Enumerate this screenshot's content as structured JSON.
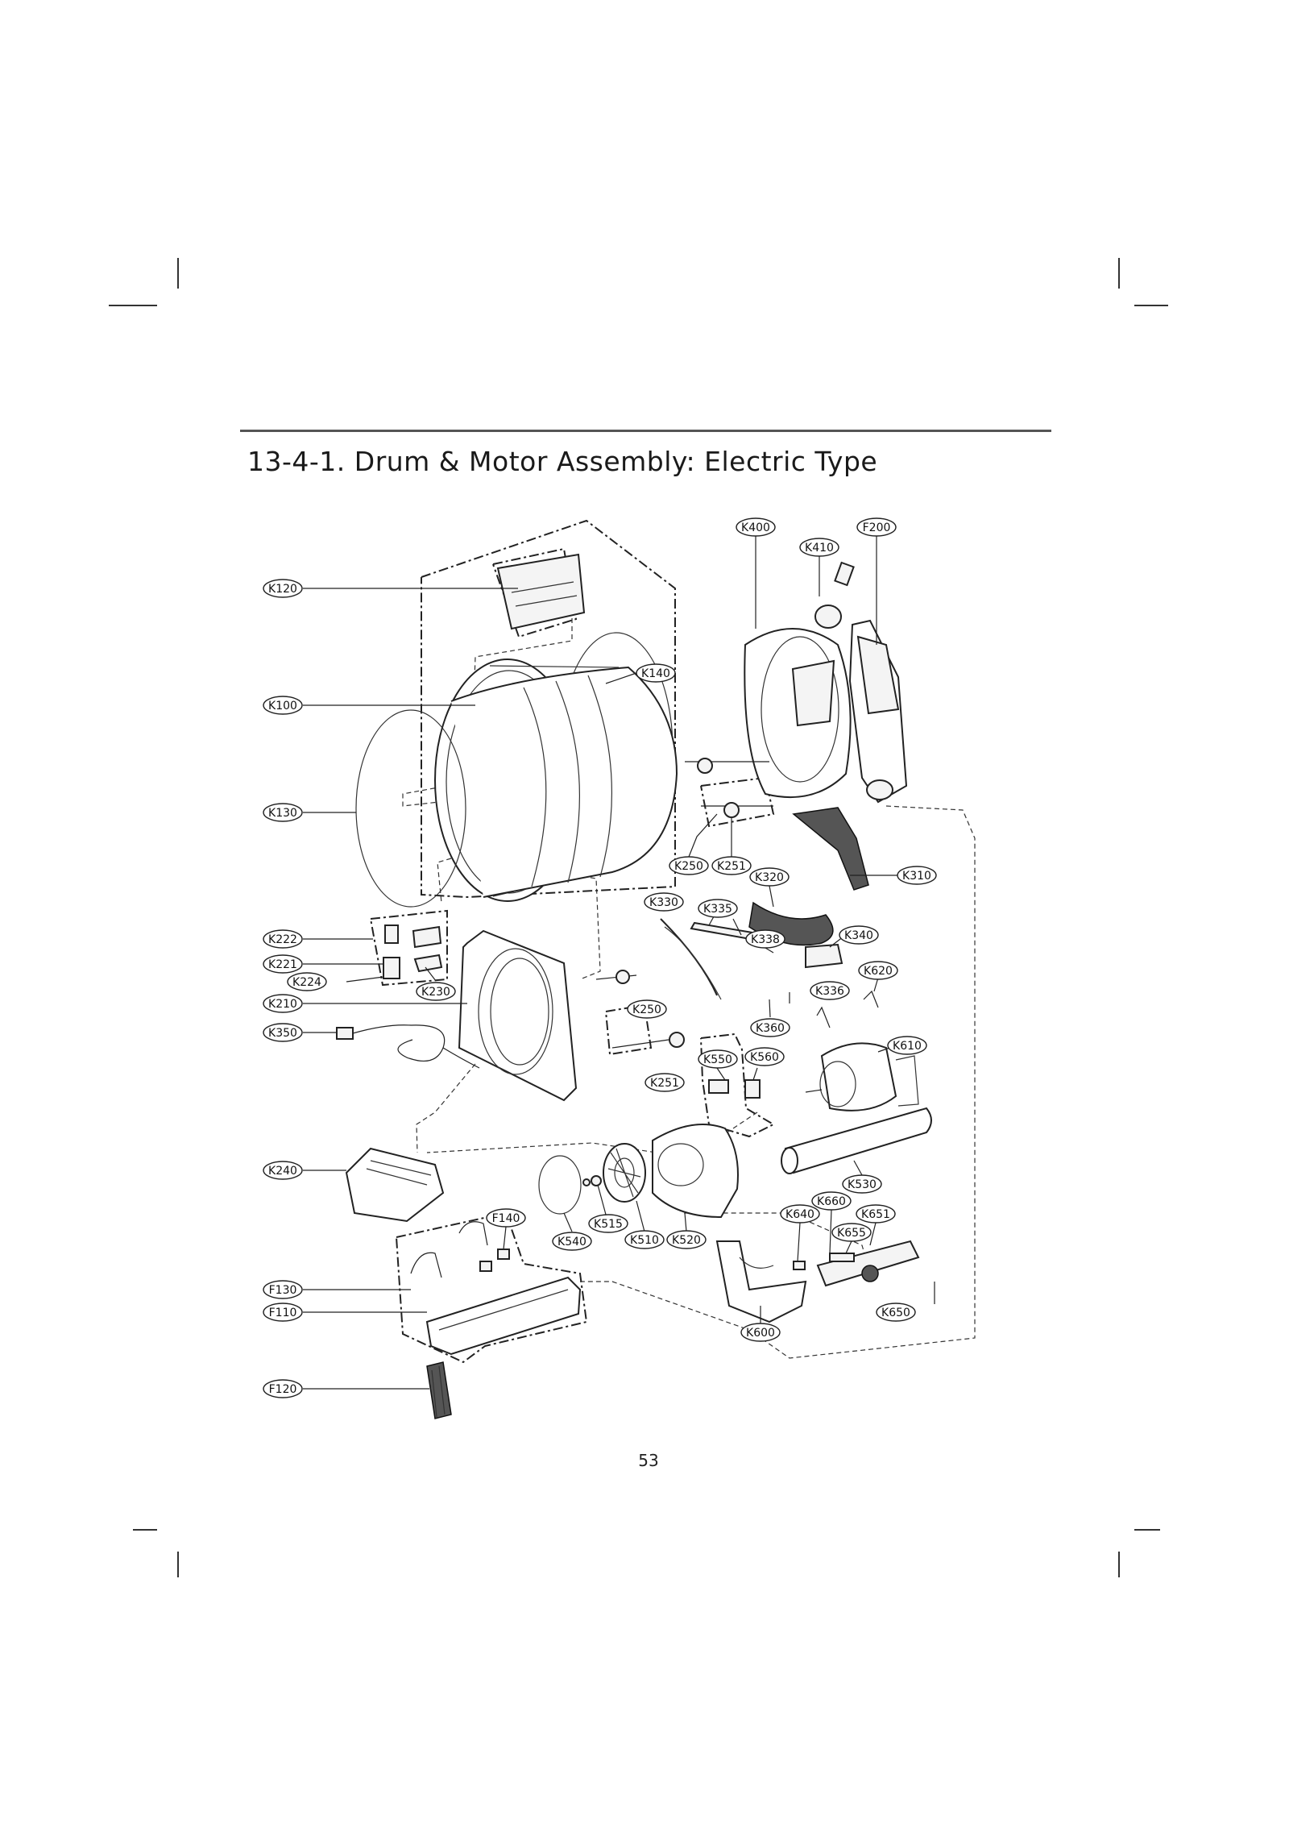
{
  "page": {
    "title": "13-4-1. Drum & Motor Assembly: Electric Type",
    "page_number": "53"
  },
  "callouts": [
    {
      "id": "K120"
    },
    {
      "id": "K100"
    },
    {
      "id": "K130"
    },
    {
      "id": "K140"
    },
    {
      "id": "K400"
    },
    {
      "id": "K410"
    },
    {
      "id": "F200"
    },
    {
      "id": "K250"
    },
    {
      "id": "K251"
    },
    {
      "id": "K320"
    },
    {
      "id": "K310"
    },
    {
      "id": "K330"
    },
    {
      "id": "K335"
    },
    {
      "id": "K338"
    },
    {
      "id": "K340"
    },
    {
      "id": "K620"
    },
    {
      "id": "K336"
    },
    {
      "id": "K360"
    },
    {
      "id": "K222"
    },
    {
      "id": "K221"
    },
    {
      "id": "K224"
    },
    {
      "id": "K230"
    },
    {
      "id": "K210"
    },
    {
      "id": "K350"
    },
    {
      "id": "K250"
    },
    {
      "id": "K251"
    },
    {
      "id": "K550"
    },
    {
      "id": "K560"
    },
    {
      "id": "K610"
    },
    {
      "id": "K240"
    },
    {
      "id": "K530"
    },
    {
      "id": "K660"
    },
    {
      "id": "K640"
    },
    {
      "id": "K651"
    },
    {
      "id": "K655"
    },
    {
      "id": "F140"
    },
    {
      "id": "K515"
    },
    {
      "id": "K510"
    },
    {
      "id": "K520"
    },
    {
      "id": "K540"
    },
    {
      "id": "F130"
    },
    {
      "id": "F110"
    },
    {
      "id": "K600"
    },
    {
      "id": "K650"
    },
    {
      "id": "F120"
    }
  ]
}
